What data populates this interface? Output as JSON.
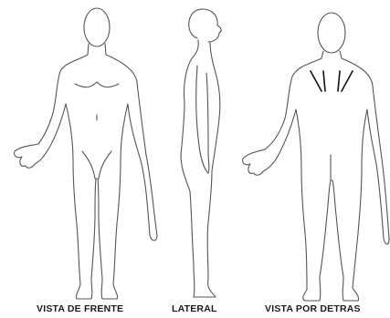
{
  "views": {
    "front": {
      "label": "VISTA DE FRENTE"
    },
    "side": {
      "label": "LATERAL"
    },
    "back": {
      "label": "VISTA POR DETRAS"
    }
  },
  "colors": {
    "outline": "#555555",
    "marks": "#111111",
    "text": "#1a1a1a",
    "background": "#ffffff"
  }
}
